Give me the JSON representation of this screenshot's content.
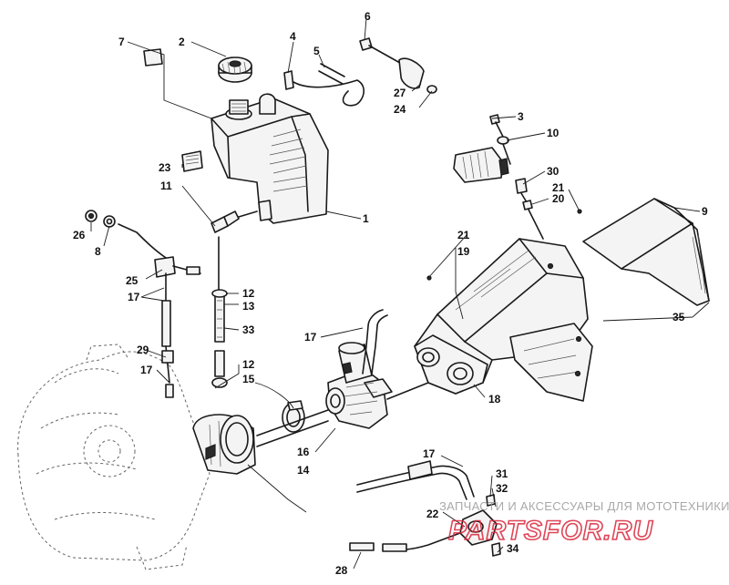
{
  "callouts": {
    "c1": "1",
    "c2": "2",
    "c3": "3",
    "c4": "4",
    "c5": "5",
    "c6": "6",
    "c7": "7",
    "c8": "8",
    "c9": "9",
    "c10": "10",
    "c11": "11",
    "c12a": "12",
    "c12b": "12",
    "c13": "13",
    "c14": "14",
    "c15": "15",
    "c16": "16",
    "c17a": "17",
    "c17b": "17",
    "c17c": "17",
    "c17d": "17",
    "c18": "18",
    "c19": "19",
    "c20": "20",
    "c21a": "21",
    "c21b": "21",
    "c22": "22",
    "c23": "23",
    "c24": "24",
    "c25": "25",
    "c26": "26",
    "c27": "27",
    "c28": "28",
    "c29": "29",
    "c30": "30",
    "c31": "31",
    "c32": "32",
    "c33": "33",
    "c34": "34",
    "c35": "35"
  },
  "watermark": {
    "text": "ЗАПЧАСТИ И АКСЕССУАРЫ ДЛЯ МОТОТЕХНИКИ",
    "logo": "PARTSFOR.RU",
    "logo_color": "#d9263a"
  },
  "colors": {
    "line": "#1a1a1a",
    "background": "#ffffff"
  }
}
